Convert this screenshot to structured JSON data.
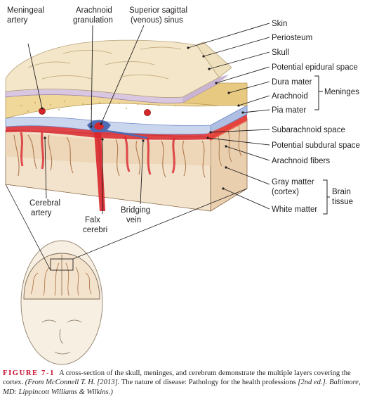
{
  "labels": {
    "meningeal_artery": [
      "Meningeal",
      "artery"
    ],
    "arachnoid_granulation": [
      "Arachnoid",
      "granulation"
    ],
    "superior_sagittal_sinus": [
      "Superior sagittal",
      "(venous) sinus"
    ],
    "skin": "Skin",
    "periosteum": "Periosteum",
    "skull": "Skull",
    "potential_epidural_space": "Potential epidural space",
    "dura_mater": "Dura mater",
    "arachnoid": "Arachnoid",
    "pia_mater": "Pia mater",
    "meninges": "Meninges",
    "subarachnoid_space": "Subarachnoid space",
    "potential_subdural_space": "Potential subdural space",
    "arachnoid_fibers": "Arachnoid fibers",
    "gray_matter": [
      "Gray matter",
      "(cortex)"
    ],
    "white_matter": "White matter",
    "brain_tissue": [
      "Brain",
      "tissue"
    ],
    "cerebral_artery": [
      "Cerebral",
      "artery"
    ],
    "falx_cerebri": [
      "Falx",
      "cerebri"
    ],
    "bridging_vein": [
      "Bridging",
      "vein"
    ]
  },
  "caption": {
    "figure_label": "FIGURE 7-1",
    "text": "A cross-section of the skull, meninges, and cerebrum demonstrate the multiple layers covering the cortex.",
    "citation_italic_1": "(From McConnell T. H. [2013].",
    "citation_plain": "The nature of disease: Pathology for the health professions",
    "citation_italic_2": "[2nd ed.]. Baltimore, MD: Lippincott Williams & Wilkins.)"
  },
  "colors": {
    "skin": "#f4e6c8",
    "periosteum": "#d9c6e0",
    "skull": "#f0d79a",
    "dura": "#c9d6ee",
    "dura_dark": "#6f88c4",
    "artery": "#d8262d",
    "brain": "#f3e3cc",
    "brain_shade": "#e9cfae",
    "caption_accent": "#c8102e"
  }
}
